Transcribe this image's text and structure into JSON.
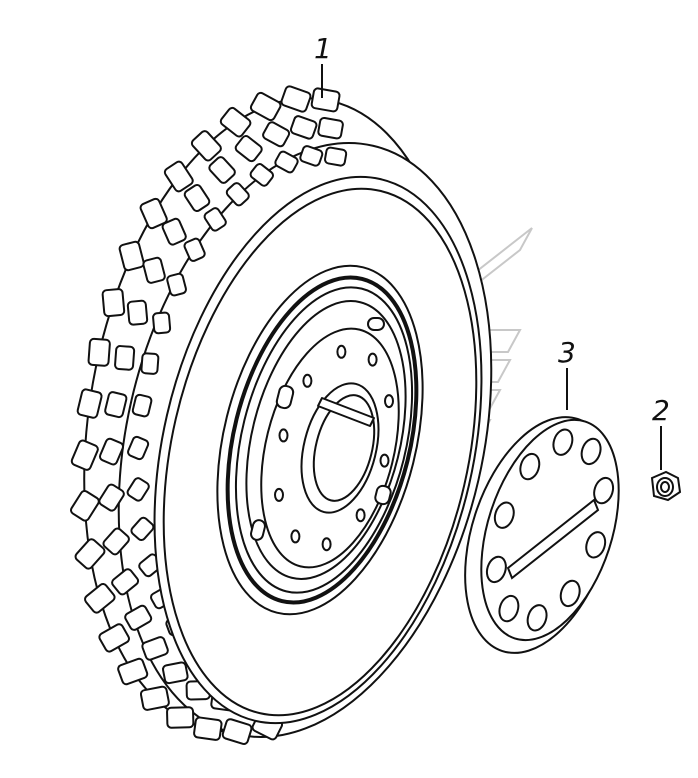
{
  "diagram": {
    "parts": [
      {
        "id": "wheel",
        "callout": "1",
        "icon": "tire-wheel-assembly"
      },
      {
        "id": "nut",
        "callout": "2",
        "icon": "wheel-nut"
      },
      {
        "id": "cap",
        "callout": "3",
        "icon": "hub-cap-cover"
      }
    ],
    "watermark_icon": "bar-logo-watermark",
    "colors": {
      "line": "#111111",
      "fill": "#ffffff",
      "watermark": "#c8c8c8"
    }
  }
}
